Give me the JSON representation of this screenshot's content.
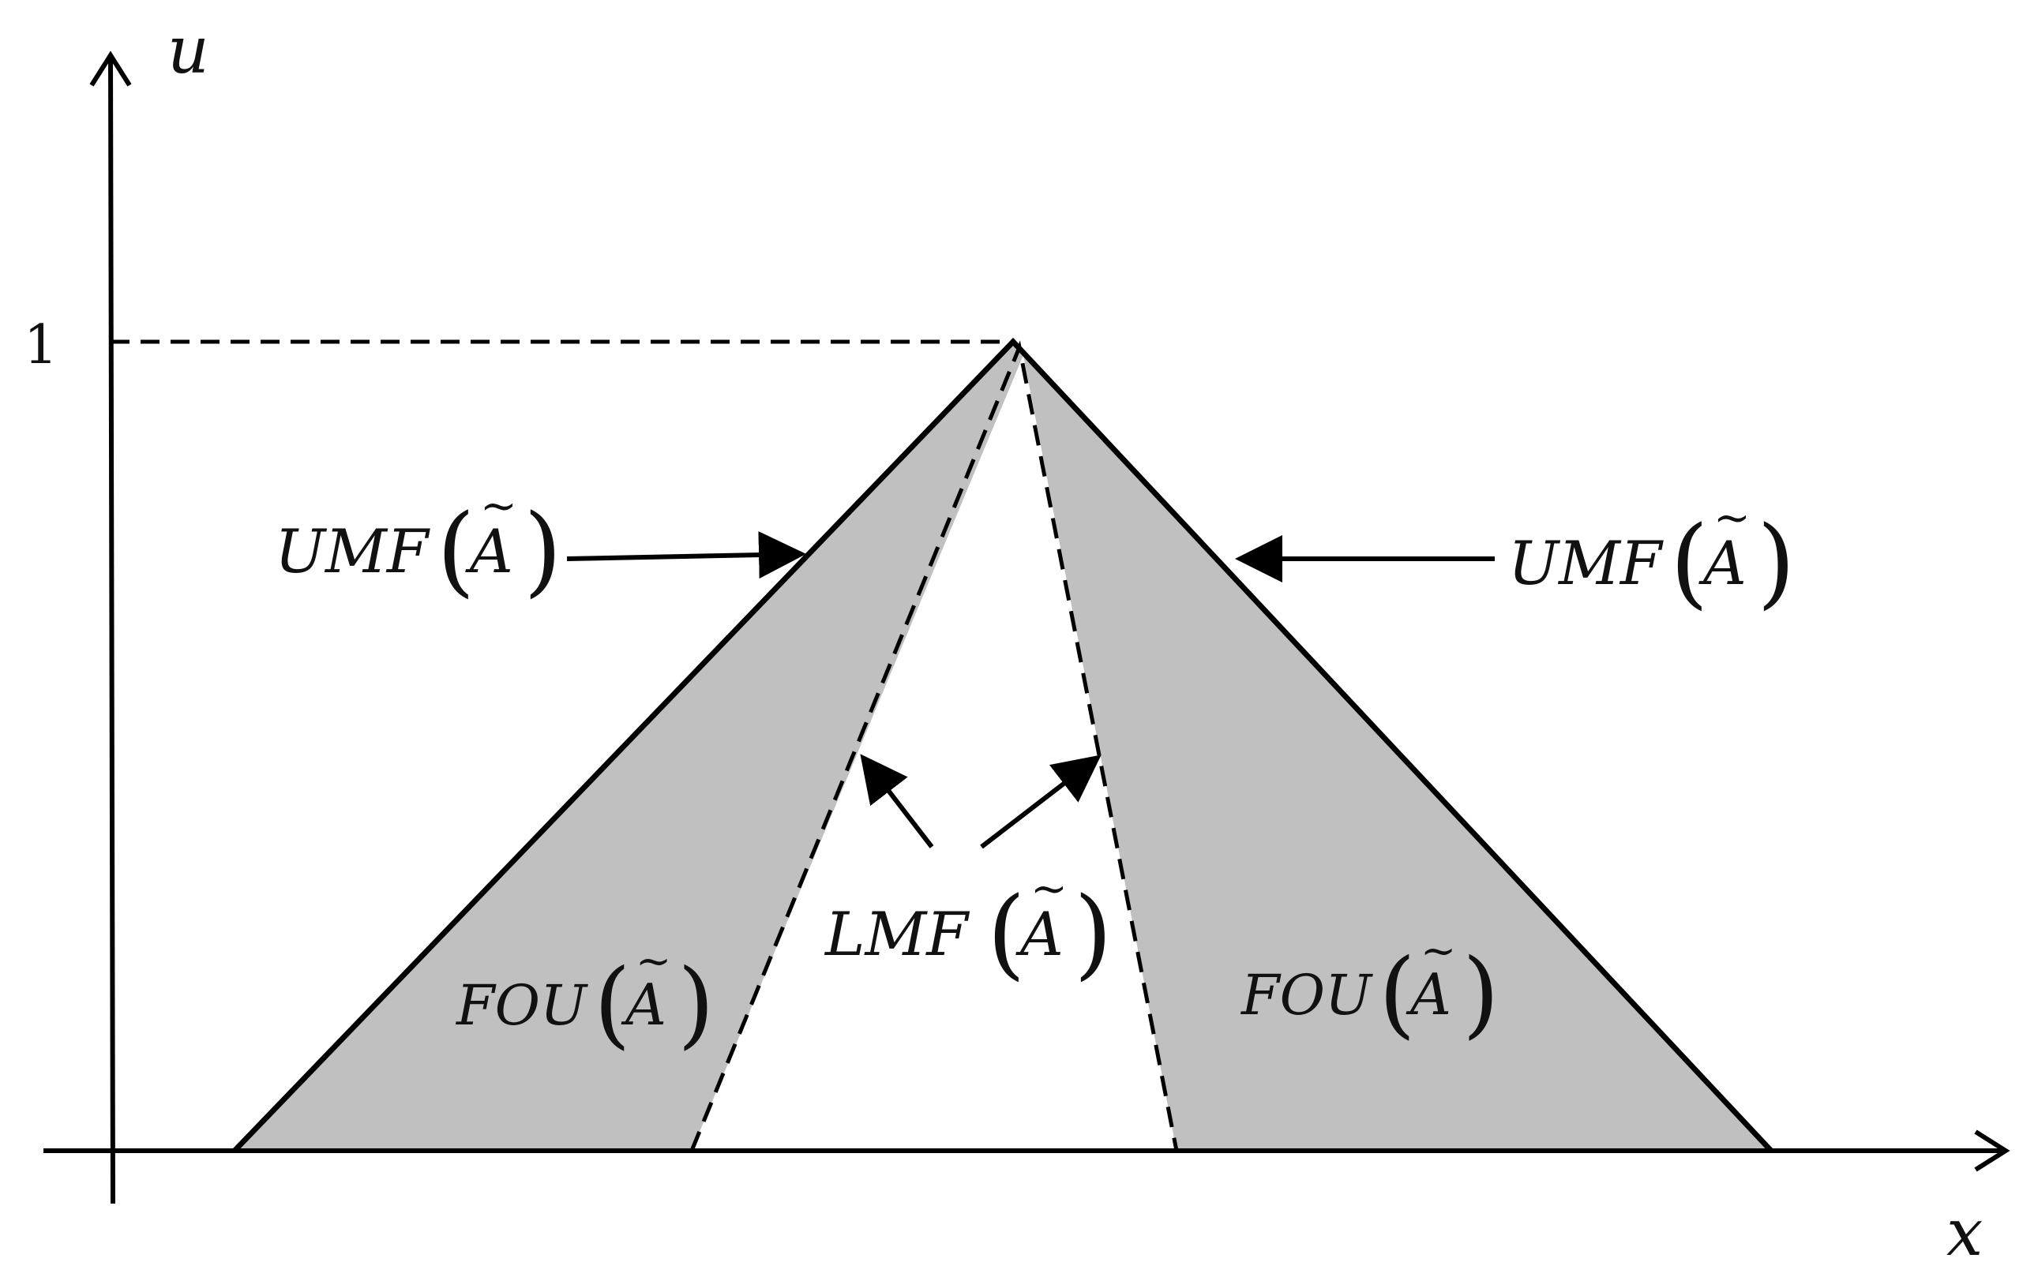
{
  "axes": {
    "y_label": "u",
    "x_label": "x",
    "y_tick": "1"
  },
  "labels": {
    "umf_left": {
      "name": "UMF",
      "symbol": "A",
      "tilde": "~"
    },
    "umf_right": {
      "name": "UMF",
      "symbol": "A",
      "tilde": "~"
    },
    "lmf": {
      "name": "LMF",
      "symbol": "A",
      "tilde": "~"
    },
    "fou_left": {
      "name": "FOU",
      "symbol": "A",
      "tilde": "~"
    },
    "fou_right": {
      "name": "FOU",
      "symbol": "A",
      "tilde": "~"
    }
  },
  "colors": {
    "fou_fill": "#c0c0c0",
    "stroke": "#000000",
    "background": "#ffffff"
  }
}
